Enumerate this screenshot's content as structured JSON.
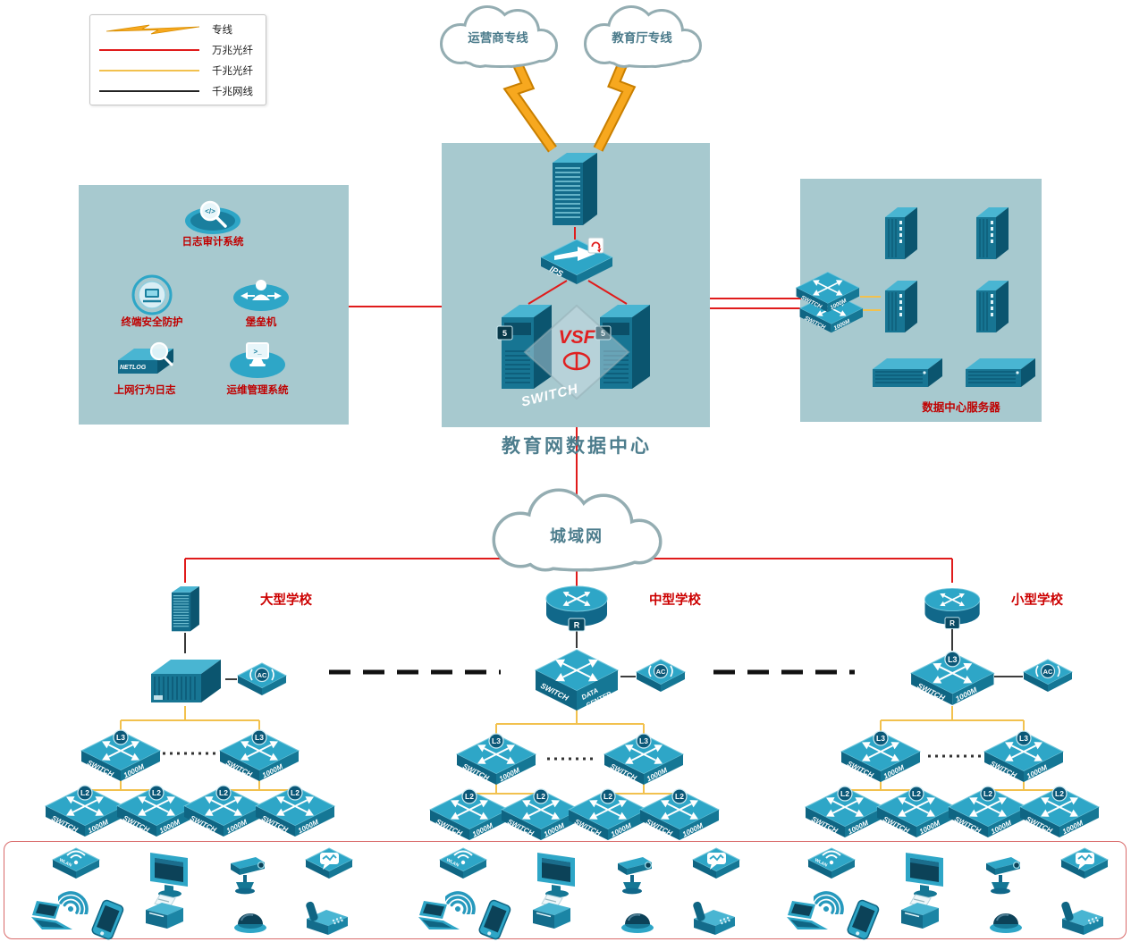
{
  "legend": {
    "items": [
      {
        "label": "专线",
        "kind": "dedicated-line"
      },
      {
        "label": "万兆光纤",
        "kind": "10g-fiber",
        "color": "#e01b1b"
      },
      {
        "label": "千兆光纤",
        "kind": "1g-fiber",
        "color": "#f2c14e"
      },
      {
        "label": "千兆网线",
        "kind": "1g-cable",
        "color": "#222222"
      }
    ]
  },
  "clouds": {
    "operator": "运营商专线",
    "education": "教育厅专线",
    "metro": "城域网"
  },
  "datacenter": {
    "title": "教育网数据中心",
    "vsf": "VSF",
    "ips": "IPS",
    "big_switch": "SWITCH",
    "server_slot": "5"
  },
  "security_zone": {
    "items": [
      "日志审计系统",
      "终端安全防护",
      "堡垒机",
      "上网行为日志",
      "运维管理系统"
    ],
    "netlog": "NETLOG"
  },
  "server_zone": {
    "title": "数据中心服务器"
  },
  "schools": {
    "large": "大型学校",
    "medium": "中型学校",
    "small": "小型学校"
  },
  "devices": {
    "switch_word": "SWITCH",
    "speed_word": "1000M",
    "l3": "L3",
    "l2": "L2",
    "ac": "AC",
    "router": "R",
    "data_center_line1": "DATA",
    "data_center_line2": "CENTER",
    "wlan": "WLAN"
  },
  "colors": {
    "red_line": "#e01b1b",
    "yellow_line": "#f2c14e",
    "black_line": "#1a1a1a",
    "device_teal": "#2ea6c7",
    "zone_bg": "#a7c9cf",
    "label_red": "#c00000"
  }
}
